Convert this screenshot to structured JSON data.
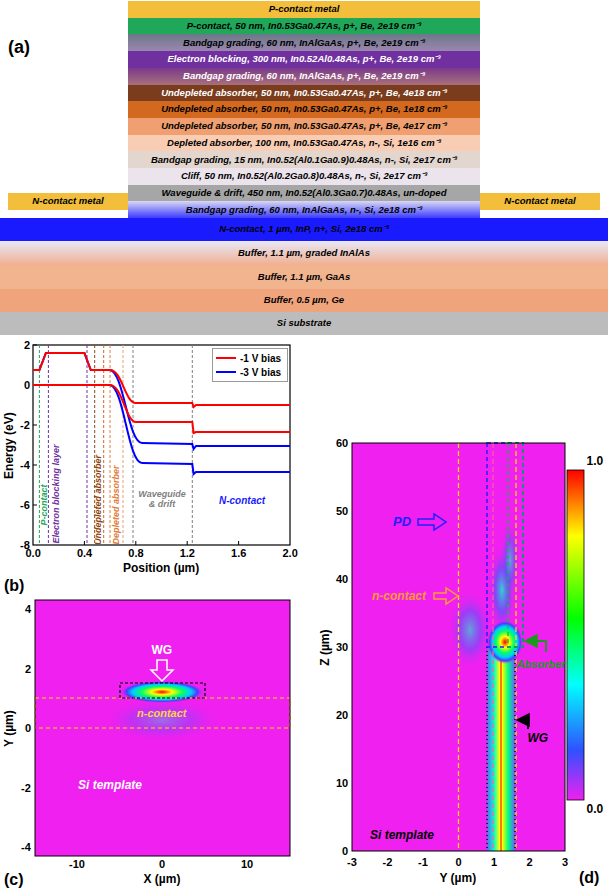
{
  "diagram": {
    "nodes": [
      {
        "text": [
          "P-contact metal"
        ]
      },
      {
        "text": [
          "P-contact, 50 nm, In0.53Ga0.47As, p+, Be, 2e19 cm⁻³"
        ]
      },
      {
        "text": [
          "Bandgap grading, 60 nm, InAlGaAs, p+, Be, 2e19 cm⁻³"
        ]
      },
      {
        "text": [
          "Electron blocking, 300 nm, In0.52Al0.48As, p+, Be, 2e19 cm⁻³"
        ]
      },
      {
        "text": [
          "Bandgap grading, 60 nm, InAlGaAs, p+, Be, 2e19 cm⁻³"
        ]
      },
      {
        "text": [
          "Undepleted absorber, 50 nm, In0.53Ga0.47As, p+, Be, 4e18 cm⁻³"
        ]
      },
      {
        "text": [
          "Undepleted absorber, 50 nm, In0.53Ga0.47As, p+, Be, 1e18 cm⁻³"
        ]
      },
      {
        "text": [
          "Undepleted absorber, 50 nm, In0.53Ga0.47As, p+, Be, 4e17 cm⁻³"
        ]
      },
      {
        "text": [
          "Depleted absorber, 100 nm, In0.53Ga0.47As, n-, Si, 1e16 cm⁻³"
        ]
      },
      {
        "text": [
          "Bandgap grading, 15 nm, In0.52(Al0.1Ga0.9)0.48As, n-, Si, 2e17 cm⁻³"
        ]
      },
      {
        "text": [
          "Cliff, 50 nm, In0.52(Al0.2Ga0.8)0.48As, n-, Si, 2e17 cm⁻³"
        ]
      },
      {
        "text": [
          "Waveguide & drift, 450 nm, In0.52(Al0.3Ga0.7)0.48As, un-doped"
        ]
      },
      {
        "text": [
          "N-contact metal"
        ]
      },
      {
        "text": [
          "Bandgap grading, 60 nm, InAlGaAs, n-, Si, 2e18 cm⁻³"
        ]
      },
      {
        "text": [
          "N-contact metal"
        ]
      },
      {
        "text": [
          "N-contact, 1 µm, InP, n+, Si, 2e18 cm⁻³"
        ]
      },
      {
        "text": [
          "Buffer, 1.1 µm, graded InAlAs"
        ]
      },
      {
        "text": [
          "Buffer, 1.1 µm, GaAs"
        ]
      },
      {
        "text": [
          "Buffer, 0.5 µm, Ge"
        ]
      },
      {
        "text": [
          "Si substrate"
        ]
      }
    ],
    "labels": [
      "(a)",
      "Energy (eV)",
      "2",
      "0",
      "-2",
      "-4",
      "-6",
      "-8",
      "0.0",
      "0.4",
      "0.8",
      "1.2",
      "1.6",
      "2.0",
      "Position (µm)",
      "P-contact",
      "Electron blocking layer",
      "Undepleted absorber",
      "Depleted absorber",
      "Waveguide & drift",
      "N-contact",
      "(b)",
      "WG",
      "n-contact",
      "Si template",
      "4",
      "2",
      "0",
      "-2",
      "-4",
      "Y (µm)",
      "-10",
      "0",
      "10",
      "X (µm)",
      "(c)",
      "0",
      "10",
      "20",
      "30",
      "40",
      "50",
      "60",
      "Z (µm)",
      "-3",
      "-2",
      "-1",
      "0",
      "1",
      "2",
      "3",
      "Y (µm)",
      "PD",
      "n-contact",
      "Absorber",
      "WG",
      "Si template",
      "1.0",
      "0.0",
      "(d)"
    ],
    "legend": [
      {
        "text": "-1 V bias",
        "color": "#ff0000"
      },
      {
        "text": "-3 V bias",
        "color": "#0000ff"
      }
    ]
  }
}
